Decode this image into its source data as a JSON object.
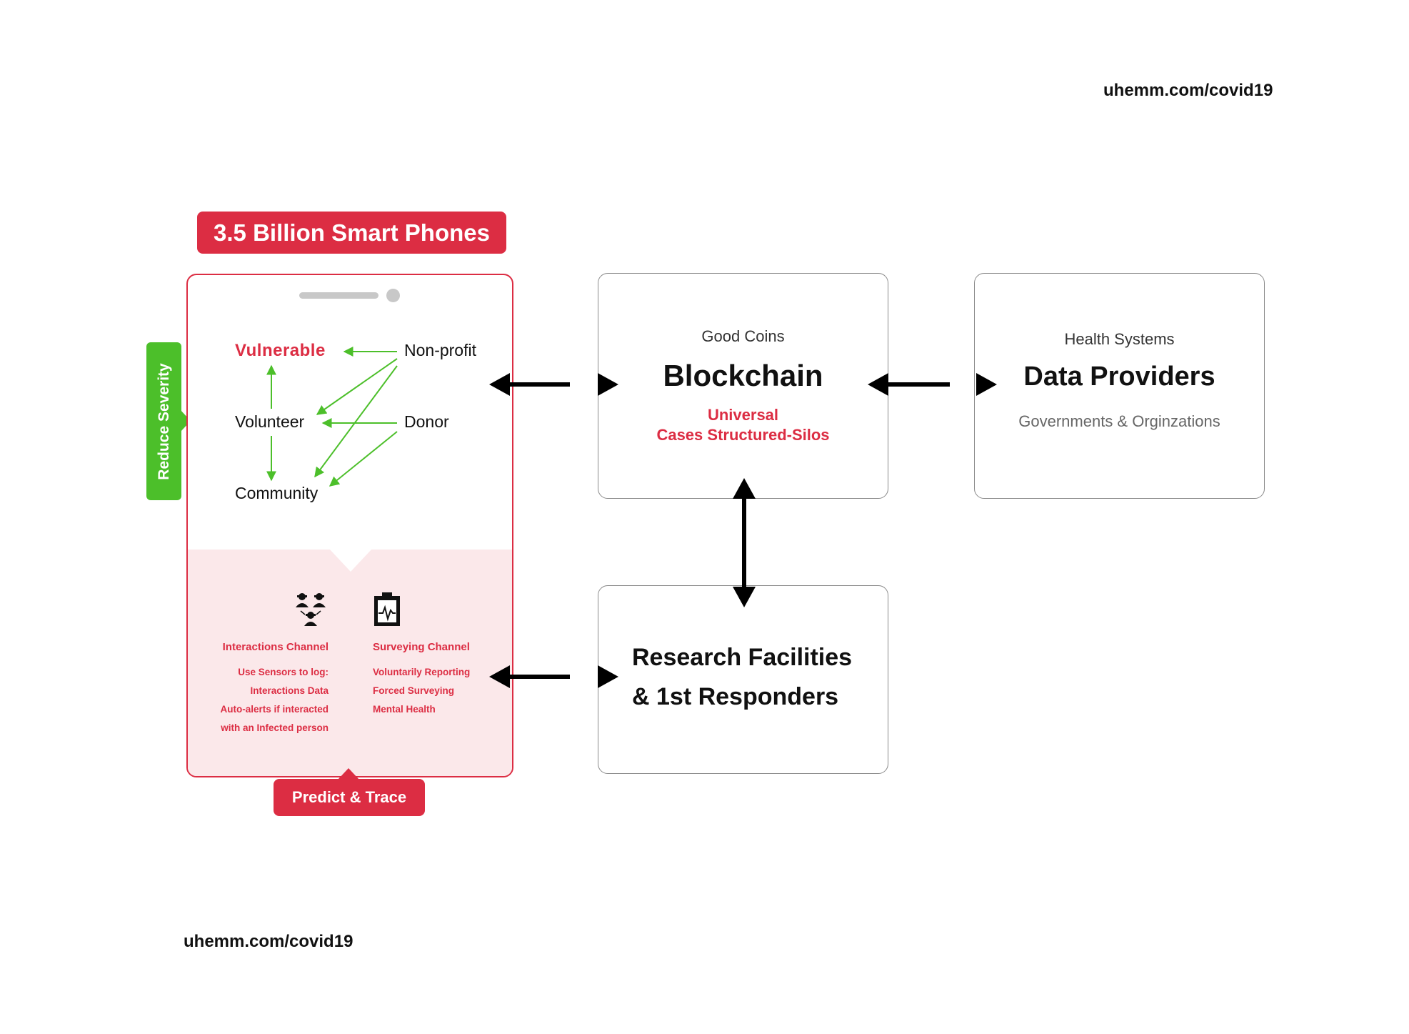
{
  "header_url": "uhemm.com/covid19",
  "footer_url": "uhemm.com/covid19",
  "phone": {
    "title": "3.5 Billion Smart Phones",
    "side_badge": "Reduce Severity",
    "bottom_badge": "Predict & Trace",
    "nodes": {
      "vulnerable": "Vulnerable",
      "nonprofit": "Non-profit",
      "volunteer": "Volunteer",
      "donor": "Donor",
      "community": "Community"
    },
    "interactions": {
      "title": "Interactions Channel",
      "lines": [
        "Use Sensors to log:",
        "Interactions Data",
        "Auto-alerts if interacted",
        "with an Infected person"
      ]
    },
    "surveying": {
      "title": "Surveying Channel",
      "lines": [
        "Voluntarily Reporting",
        "Forced Surveying",
        "Mental Health"
      ]
    }
  },
  "blockchain": {
    "kicker": "Good Coins",
    "title": "Blockchain",
    "sub1": "Universal",
    "sub2": "Cases Structured-Silos"
  },
  "providers": {
    "kicker": "Health Systems",
    "title": "Data Providers",
    "sub": "Governments & Orginzations"
  },
  "research": {
    "line1": "Research Facilities",
    "line2": "& 1st Responders"
  },
  "colors": {
    "accent_red": "#dc2d43",
    "accent_green": "#4cbf2a",
    "pink_fill": "#fbe8ea",
    "border_gray": "#8a8a8a"
  }
}
